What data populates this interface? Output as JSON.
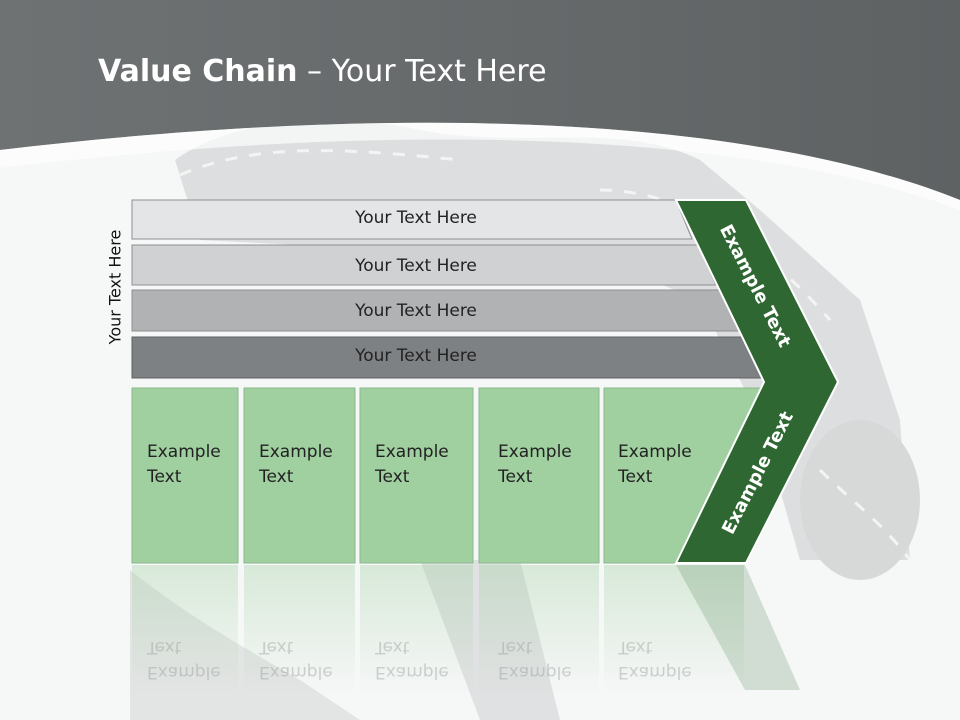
{
  "title": {
    "bold": "Value Chain",
    "rest": " – Your Text Here"
  },
  "side_label": "Your Text Here",
  "bars": [
    {
      "label": "Your Text Here",
      "color": "#e4e5e6"
    },
    {
      "label": "Your Text Here",
      "color": "#cfd1d2"
    },
    {
      "label": "Your Text Here",
      "color": "#b0b2b3"
    },
    {
      "label": "Your Text Here",
      "color": "#7e8183"
    }
  ],
  "cells": [
    {
      "line1": "Example",
      "line2": "Text"
    },
    {
      "line1": "Example",
      "line2": "Text"
    },
    {
      "line1": "Example",
      "line2": "Text"
    },
    {
      "line1": "Example",
      "line2": "Text"
    },
    {
      "line1": "Example",
      "line2": "Text"
    }
  ],
  "chevron_top": "Example Text",
  "chevron_bottom": "Example Text",
  "colors": {
    "header": "#6f7374",
    "cell_green": "#a0cfa0",
    "chevron_green": "#2e6732"
  }
}
